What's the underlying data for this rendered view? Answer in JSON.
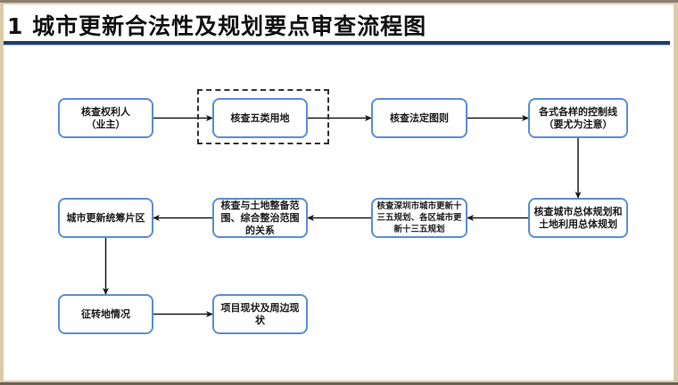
{
  "slide": {
    "title": "1 城市更新合法性及规划要点审查流程图"
  },
  "flowchart": {
    "nodes": [
      {
        "id": "n1",
        "label": "核查权利人\n（业主）"
      },
      {
        "id": "n2",
        "label": "核查五类用地",
        "highlighted": true
      },
      {
        "id": "n3",
        "label": "核查法定图则"
      },
      {
        "id": "n4",
        "label": "各式各样的控制线\n（要尤为注意）"
      },
      {
        "id": "n5",
        "label": "核查城市总体规划和土地利用总体规划"
      },
      {
        "id": "n6",
        "label": "核查深圳市城市更新十三五规划、各区城市更新十三五规划"
      },
      {
        "id": "n7",
        "label": "核查与土地整备范围、综合整治范围的关系"
      },
      {
        "id": "n8",
        "label": "城市更新统筹片区"
      },
      {
        "id": "n9",
        "label": "征转地情况"
      },
      {
        "id": "n10",
        "label": "项目现状及周边现状"
      }
    ],
    "edges": [
      {
        "from": "n1",
        "to": "n2"
      },
      {
        "from": "n2",
        "to": "n3"
      },
      {
        "from": "n3",
        "to": "n4"
      },
      {
        "from": "n4",
        "to": "n5"
      },
      {
        "from": "n5",
        "to": "n6"
      },
      {
        "from": "n6",
        "to": "n7"
      },
      {
        "from": "n7",
        "to": "n8"
      },
      {
        "from": "n8",
        "to": "n9"
      },
      {
        "from": "n9",
        "to": "n10"
      }
    ],
    "colors": {
      "node_border": "#5b8ed6",
      "arrow": "#1a1a1a",
      "title_rule": "#1f3e6b",
      "frame": "#dccbaa"
    }
  }
}
